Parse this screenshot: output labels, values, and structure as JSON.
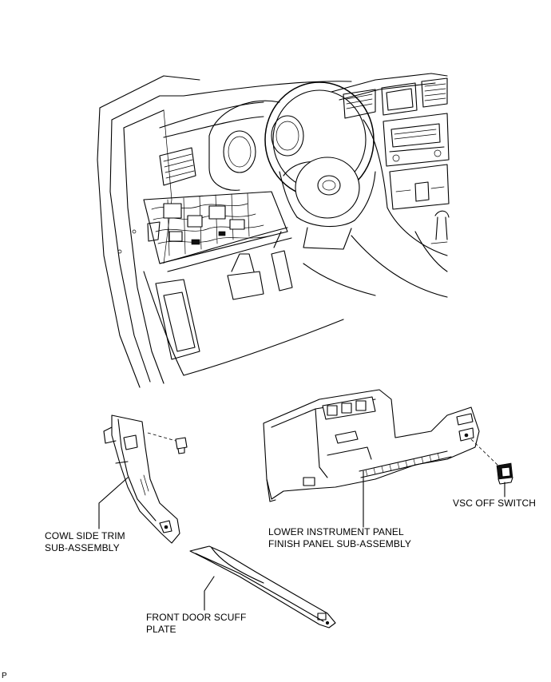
{
  "labels": {
    "cowl_side_trim_line1": "COWL SIDE TRIM",
    "cowl_side_trim_line2": "SUB-ASSEMBLY",
    "lower_panel_line1": "LOWER INSTRUMENT PANEL",
    "lower_panel_line2": "FINISH PANEL SUB-ASSEMBLY",
    "vsc_off_switch": "VSC OFF SWITCH",
    "front_door_scuff_line1": "FRONT DOOR SCUFF",
    "front_door_scuff_line2": "PLATE"
  },
  "reference_mark": "P"
}
